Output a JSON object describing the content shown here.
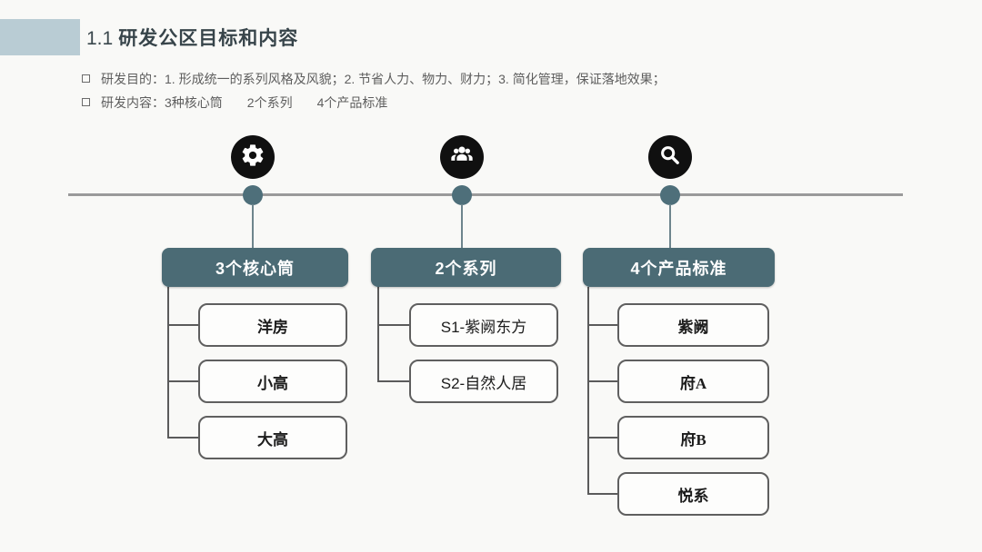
{
  "header": {
    "title_prefix": "1.1",
    "title": "研发公区目标和内容"
  },
  "bullets": {
    "goal": "研发目的：1. 形成统一的系列风格及风貌；2. 节省人力、物力、财力；3. 简化管理，保证落地效果；",
    "content_label": "研发内容：",
    "content_items": [
      "3种核心筒",
      "2个系列",
      "4个产品标准"
    ]
  },
  "milestones": [
    {
      "icon": "gear-icon"
    },
    {
      "icon": "team-icon"
    },
    {
      "icon": "search-icon"
    }
  ],
  "trees": [
    {
      "header": "3个核心筒",
      "children": [
        "洋房",
        "小高",
        "大高"
      ]
    },
    {
      "header": "2个系列",
      "children": [
        "S1-紫阙东方",
        "S2-自然人居"
      ]
    },
    {
      "header": "4个产品标准",
      "children": [
        "紫阙",
        "府A",
        "府B",
        "悦系"
      ]
    }
  ],
  "colors": {
    "accent_bar": "#b9ccd4",
    "tree_header_bg": "#4b6b75",
    "timeline_dot": "#4e6f7a",
    "icon_circle_bg": "#101010",
    "timeline_line": "#9a9a9a"
  }
}
